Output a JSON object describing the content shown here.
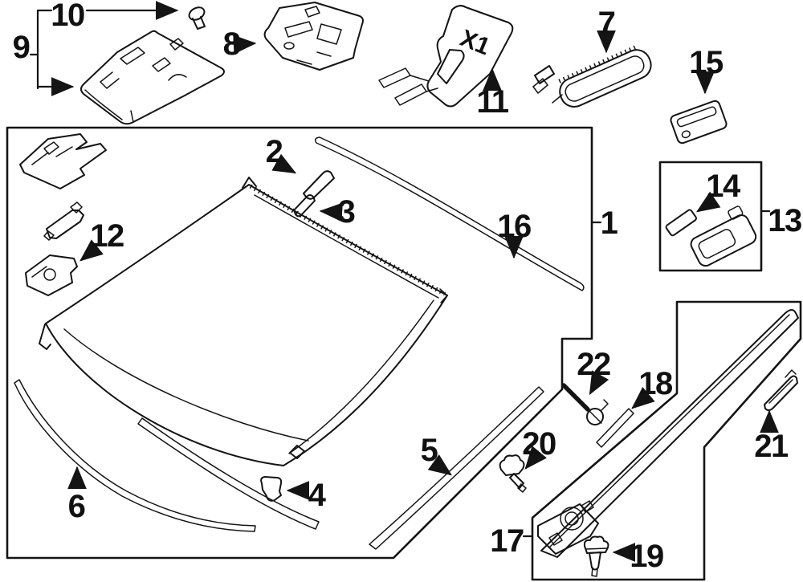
{
  "figure": {
    "title_hint": "windshield-and-glass-exploded-parts-diagram",
    "background_color": "#ffffff",
    "line_color": "#141414",
    "part_marking": "X1",
    "callouts": [
      {
        "num": "1"
      },
      {
        "num": "2"
      },
      {
        "num": "3"
      },
      {
        "num": "4"
      },
      {
        "num": "5"
      },
      {
        "num": "6"
      },
      {
        "num": "7"
      },
      {
        "num": "8"
      },
      {
        "num": "9"
      },
      {
        "num": "10"
      },
      {
        "num": "11"
      },
      {
        "num": "12"
      },
      {
        "num": "13"
      },
      {
        "num": "14"
      },
      {
        "num": "15"
      },
      {
        "num": "16"
      },
      {
        "num": "17"
      },
      {
        "num": "18"
      },
      {
        "num": "19"
      },
      {
        "num": "20"
      },
      {
        "num": "21"
      },
      {
        "num": "22"
      }
    ]
  }
}
